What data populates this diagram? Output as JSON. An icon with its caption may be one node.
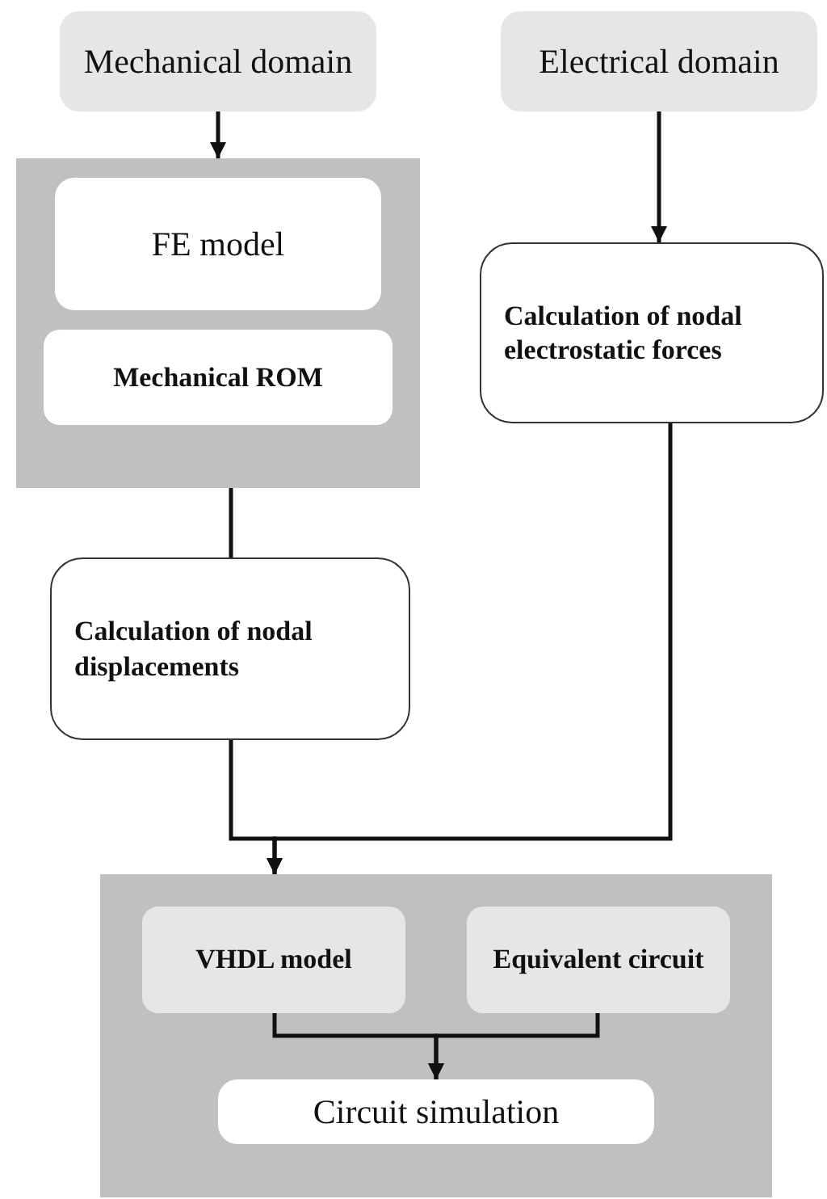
{
  "diagram": {
    "nodes": [
      {
        "text": [
          "Mechanical domain"
        ]
      },
      {
        "text": [
          "Electrical domain"
        ]
      },
      {
        "text": [],
        "shape": "box"
      },
      {
        "text": [
          "FE model"
        ],
        "in": 2
      },
      {
        "text": [
          "Mechanical ROM"
        ],
        "in": 2
      },
      {
        "text": [
          "Calculation of nodal electrostatic forces"
        ]
      },
      {
        "text": [
          "Calculation of nodal displacements"
        ]
      },
      {
        "text": [],
        "shape": "box"
      },
      {
        "text": [
          "VHDL model"
        ],
        "in": 7
      },
      {
        "text": [
          "Equivalent circuit"
        ],
        "in": 7
      },
      {
        "text": [
          "Circuit simulation"
        ],
        "in": 7
      }
    ],
    "edges": [
      {
        "from": 0,
        "to": 2,
        "arrow": "to"
      },
      {
        "from": 1,
        "to": 5,
        "arrow": "to"
      },
      {
        "from": 2,
        "to": 6,
        "arrow": "none"
      },
      {
        "from": 6,
        "to": 7,
        "arrow": "to"
      },
      {
        "from": 5,
        "to": 7,
        "arrow": "to"
      },
      {
        "from": 8,
        "to": 10,
        "arrow": "to"
      },
      {
        "from": 9,
        "to": 10,
        "arrow": "to"
      }
    ]
  }
}
